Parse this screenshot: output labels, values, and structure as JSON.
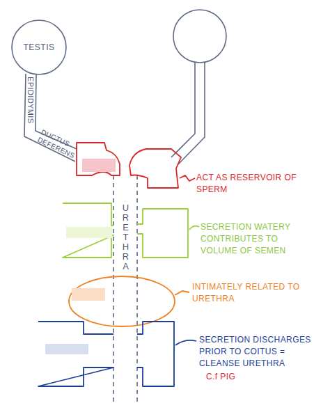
{
  "diagram": {
    "nodes": [
      {
        "text": [
          "TESTIS"
        ]
      }
    ],
    "labels": [
      "EPIDIDYMIS",
      "DUCTUS DEFERENS",
      "URETHRA",
      "ACT AS RESERVOIR OF SPERM",
      "SECRETION WATERY CONTRIBUTES TO VOLUME OF SEMEN",
      "INTIMATELY RELATED TO URETHRA",
      "SECRETION DISCHARGES PRIOR TO COITUS = CLEANSE URETHRA",
      "C.f PIG"
    ]
  }
}
